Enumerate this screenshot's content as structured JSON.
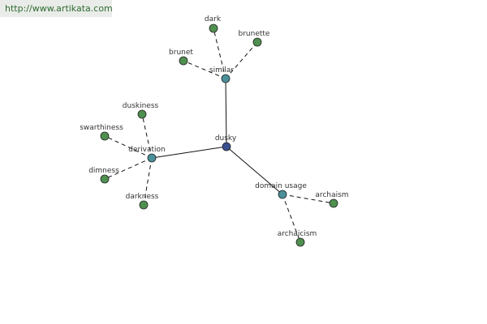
{
  "source_url": "http://www.artikata.com",
  "colors": {
    "root": "#3a4f8f",
    "relation": "#4a8f9a",
    "leaf": "#4f8f4f",
    "node_stroke": "#222222"
  },
  "graph": {
    "root": "dusky",
    "relations": [
      {
        "name": "similar",
        "words": [
          "dark",
          "brunette",
          "brunet"
        ]
      },
      {
        "name": "derivation",
        "words": [
          "duskiness",
          "swarthiness",
          "dimness",
          "darkness"
        ]
      },
      {
        "name": "domain usage",
        "words": [
          "archaism",
          "archaicism"
        ]
      }
    ]
  }
}
